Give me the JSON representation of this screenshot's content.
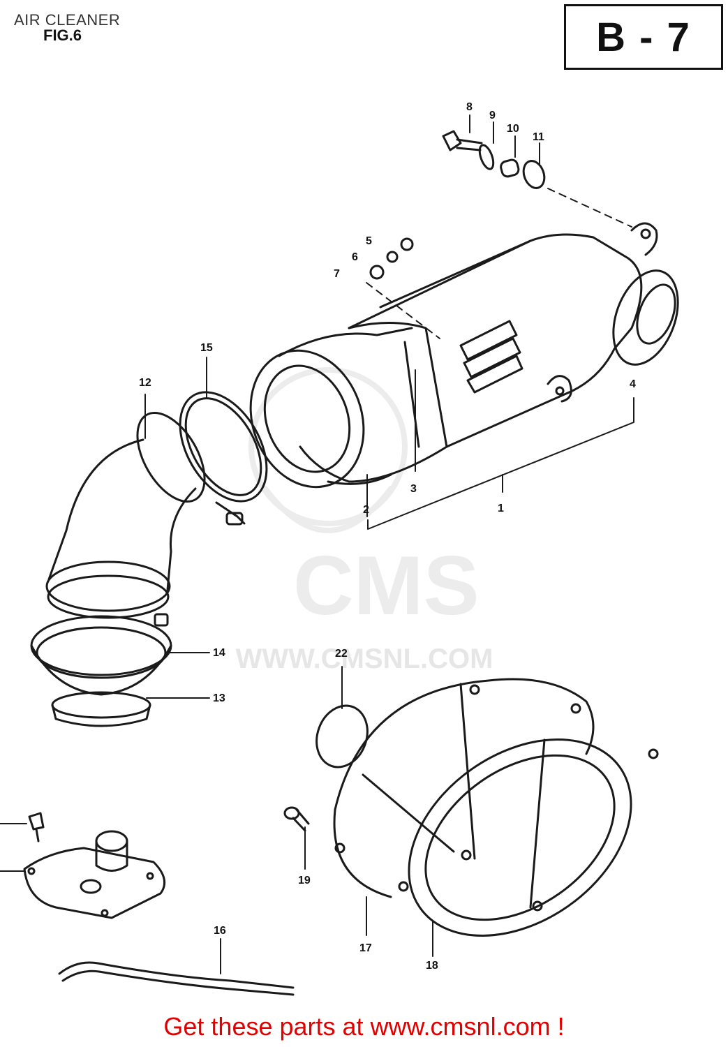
{
  "header": {
    "title": "AIR CLEANER",
    "figure": "FIG.6",
    "page_code": "B - 7"
  },
  "watermark": {
    "brand": "CMS",
    "url": "WWW.CMSNL.COM"
  },
  "parts": [
    {
      "id": "p1",
      "label": "1"
    },
    {
      "id": "p2",
      "label": "2"
    },
    {
      "id": "p3",
      "label": "3"
    },
    {
      "id": "p4",
      "label": "4"
    },
    {
      "id": "p5",
      "label": "5"
    },
    {
      "id": "p6",
      "label": "6"
    },
    {
      "id": "p7",
      "label": "7"
    },
    {
      "id": "p8",
      "label": "8"
    },
    {
      "id": "p9",
      "label": "9"
    },
    {
      "id": "p10",
      "label": "10"
    },
    {
      "id": "p11",
      "label": "11"
    },
    {
      "id": "p12",
      "label": "12"
    },
    {
      "id": "p13",
      "label": "13"
    },
    {
      "id": "p14",
      "label": "14"
    },
    {
      "id": "p15",
      "label": "15"
    },
    {
      "id": "p16",
      "label": "16"
    },
    {
      "id": "p17",
      "label": "17"
    },
    {
      "id": "p18",
      "label": "18"
    },
    {
      "id": "p19",
      "label": "19"
    },
    {
      "id": "p22",
      "label": "22"
    }
  ],
  "footer": {
    "cta": "Get these parts at www.cmsnl.com !",
    "cta_color": "#e00000"
  }
}
